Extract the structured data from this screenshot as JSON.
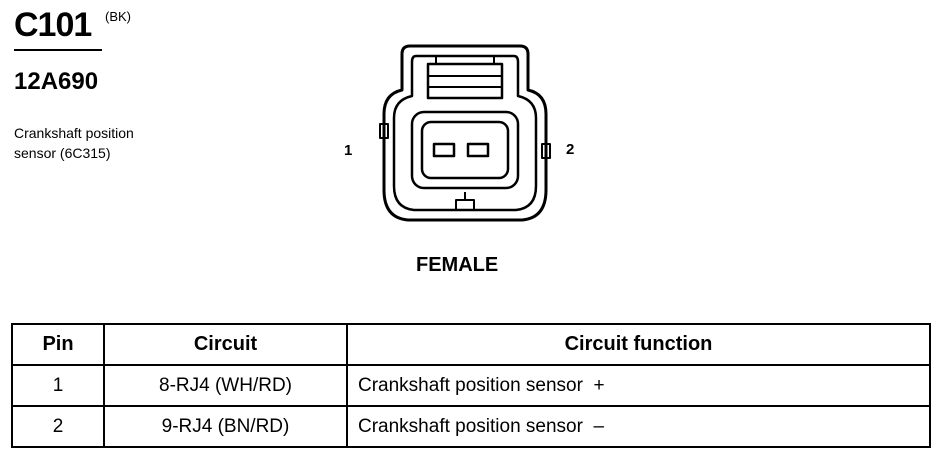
{
  "connector": {
    "id": "C101",
    "color": "(BK)",
    "part_number": "12A690",
    "description_line1": "Crankshaft position",
    "description_line2": "sensor (6C315)"
  },
  "diagram": {
    "pin_left": "1",
    "pin_right": "2",
    "gender": "FEMALE"
  },
  "table": {
    "headers": [
      "Pin",
      "Circuit",
      "Circuit function"
    ],
    "rows": [
      {
        "pin": "1",
        "circuit": "8-RJ4 (WH/RD)",
        "function": "Crankshaft position sensor  +"
      },
      {
        "pin": "2",
        "circuit": "9-RJ4 (BN/RD)",
        "function": "Crankshaft position sensor  –"
      }
    ]
  }
}
